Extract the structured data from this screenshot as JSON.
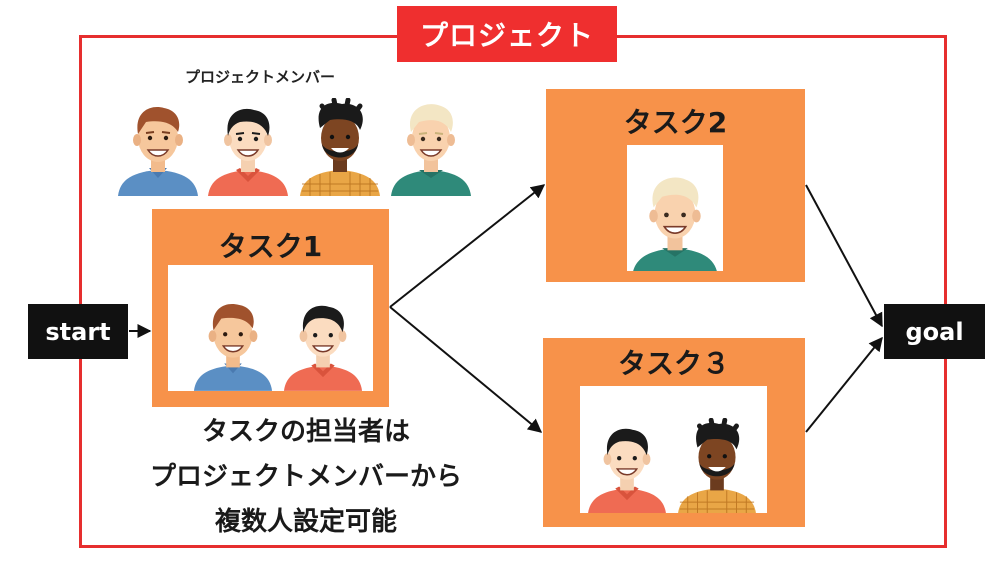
{
  "project": {
    "title": "プロジェクト",
    "members_label": "プロジェクトメンバー",
    "members": [
      {
        "id": "m1",
        "icon": "man-brown-hair-blue-shirt-icon"
      },
      {
        "id": "m2",
        "icon": "man-black-hair-red-shirt-icon"
      },
      {
        "id": "m3",
        "icon": "man-dreadlocks-plaid-shirt-icon"
      },
      {
        "id": "m4",
        "icon": "man-blond-hair-teal-shirt-icon"
      }
    ]
  },
  "start_label": "start",
  "goal_label": "goal",
  "tasks": [
    {
      "title": "タスク1",
      "members": [
        "m1",
        "m2"
      ]
    },
    {
      "title": "タスク2",
      "members": [
        "m4"
      ]
    },
    {
      "title": "タスク３",
      "members": [
        "m2",
        "m3"
      ]
    }
  ],
  "note": {
    "line1": "タスクの担当者は",
    "line2": "プロジェクトメンバーから",
    "line3": "複数人設定可能"
  },
  "colors": {
    "frame": "#e62e2e",
    "title_bg": "#ef2f2f",
    "task_bg": "#f7924a",
    "terminal_bg": "#111111",
    "arrow": "#111111"
  }
}
